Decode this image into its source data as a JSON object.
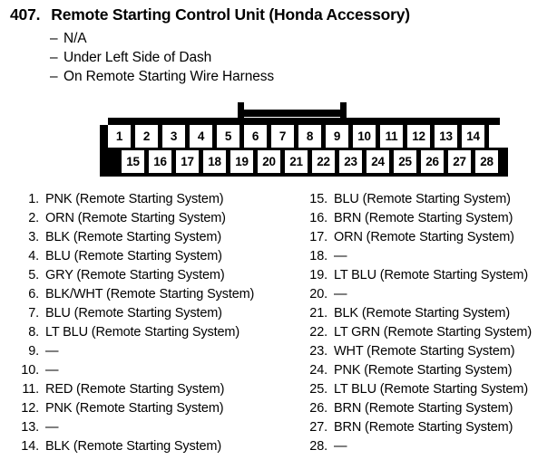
{
  "header": {
    "number": "407.",
    "title": "Remote Starting Control Unit (Honda Accessory)",
    "dash": "–",
    "details": [
      "N/A",
      "Under Left Side of Dash",
      "On Remote Starting Wire Harness"
    ]
  },
  "connector": {
    "top_row": [
      "1",
      "2",
      "3",
      "4",
      "5",
      "6",
      "7",
      "8",
      "9",
      "10",
      "11",
      "12",
      "13",
      "14"
    ],
    "bottom_row": [
      "15",
      "16",
      "17",
      "18",
      "19",
      "20",
      "21",
      "22",
      "23",
      "24",
      "25",
      "26",
      "27",
      "28"
    ],
    "latch_spans_pins": "6-9",
    "line_color": "#000000",
    "cell_color": "#ffffff"
  },
  "pins": {
    "left_column": [
      {
        "num": "1.",
        "label": "PNK (Remote Starting System)"
      },
      {
        "num": "2.",
        "label": "ORN (Remote Starting System)"
      },
      {
        "num": "3.",
        "label": "BLK (Remote Starting System)"
      },
      {
        "num": "4.",
        "label": "BLU (Remote Starting System)"
      },
      {
        "num": "5.",
        "label": "GRY (Remote Starting System)"
      },
      {
        "num": "6.",
        "label": "BLK/WHT (Remote Starting System)"
      },
      {
        "num": "7.",
        "label": "BLU (Remote Starting System)"
      },
      {
        "num": "8.",
        "label": "LT BLU (Remote Starting System)"
      },
      {
        "num": "9.",
        "label": "—"
      },
      {
        "num": "10.",
        "label": "—"
      },
      {
        "num": "11.",
        "label": "RED (Remote Starting System)"
      },
      {
        "num": "12.",
        "label": "PNK (Remote Starting System)"
      },
      {
        "num": "13.",
        "label": "—"
      },
      {
        "num": "14.",
        "label": "BLK (Remote Starting System)"
      }
    ],
    "right_column": [
      {
        "num": "15.",
        "label": "BLU (Remote Starting System)"
      },
      {
        "num": "16.",
        "label": "BRN (Remote Starting System)"
      },
      {
        "num": "17.",
        "label": "ORN (Remote Starting System)"
      },
      {
        "num": "18.",
        "label": "—"
      },
      {
        "num": "19.",
        "label": "LT BLU (Remote Starting System)"
      },
      {
        "num": "20.",
        "label": "—"
      },
      {
        "num": "21.",
        "label": "BLK (Remote Starting System)"
      },
      {
        "num": "22.",
        "label": "LT GRN (Remote Starting System)"
      },
      {
        "num": "23.",
        "label": "WHT (Remote Starting System)"
      },
      {
        "num": "24.",
        "label": "PNK (Remote Starting System)"
      },
      {
        "num": "25.",
        "label": "LT BLU (Remote Starting System)"
      },
      {
        "num": "26.",
        "label": "BRN (Remote Starting System)"
      },
      {
        "num": "27.",
        "label": "BRN (Remote Starting System)"
      },
      {
        "num": "28.",
        "label": "—"
      }
    ]
  }
}
